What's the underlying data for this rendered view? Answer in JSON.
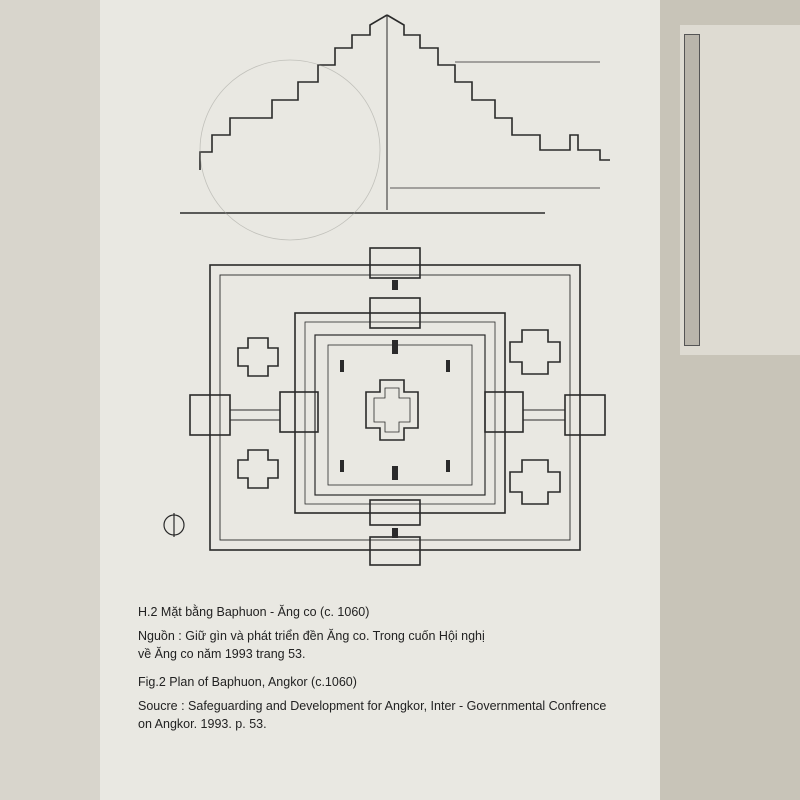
{
  "captions": {
    "vi_title": "H.2 Mặt bằng Baphuon - Ăng co (c. 1060)",
    "vi_source_line1": "Nguồn : Giữ gìn và phát triển đền Ăng co. Trong cuốn Hội nghị",
    "vi_source_line2": "về Ăng co năm 1993 trang 53.",
    "en_title": "Fig.2 Plan of Baphuon, Angkor (c.1060)",
    "en_source_line1": "Soucre : Safeguarding and Development for Angkor, Inter - Governmental Confrence",
    "en_source_line2": "on Angkor. 1993. p. 53."
  },
  "colors": {
    "paper": "#e9e8e2",
    "ink": "#2a2a2a"
  }
}
